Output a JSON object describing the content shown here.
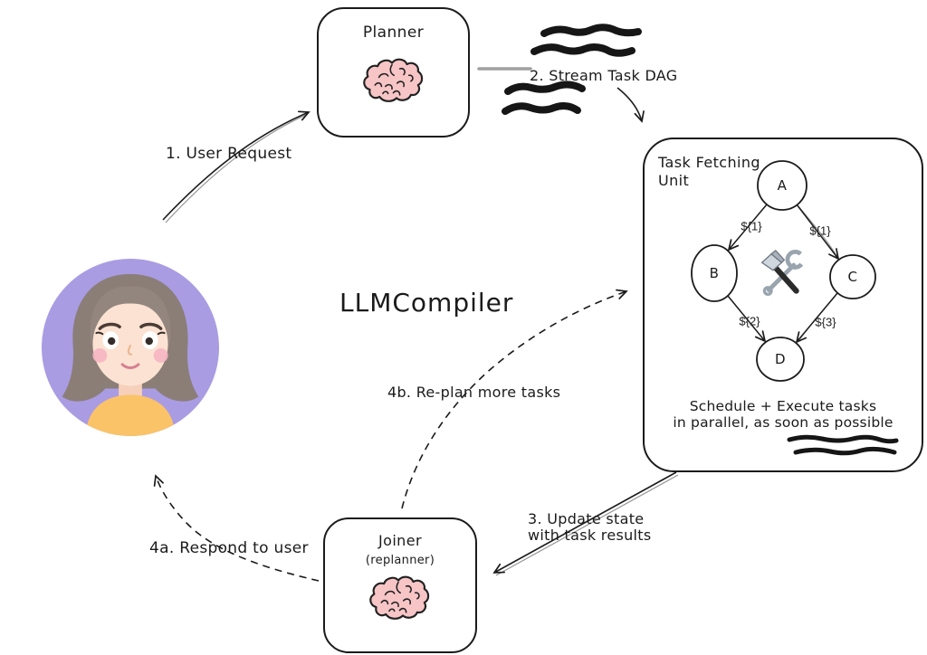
{
  "title": "LLMCompiler",
  "planner": {
    "title": "Planner",
    "icon": "brain-icon"
  },
  "joiner": {
    "title": "Joiner",
    "subtitle": "(replanner)",
    "icon": "brain-icon"
  },
  "task_fetching_unit": {
    "title_line1": "Task Fetching",
    "title_line2": "Unit",
    "icon": "hammer-wrench-icon",
    "nodes": [
      {
        "id": "A"
      },
      {
        "id": "B"
      },
      {
        "id": "C"
      },
      {
        "id": "D"
      }
    ],
    "edges": [
      {
        "from": "A",
        "to": "B",
        "label": "${1}"
      },
      {
        "from": "A",
        "to": "C",
        "label": "${1}"
      },
      {
        "from": "B",
        "to": "D",
        "label": "${2}"
      },
      {
        "from": "C",
        "to": "D",
        "label": "${3}"
      }
    ],
    "caption_line1": "Schedule + Execute tasks",
    "caption_line2": "in parallel, as soon as possible"
  },
  "flow_labels": {
    "step1": "1. User Request",
    "step2": "2. Stream Task DAG",
    "step3_line1": "3. Update state",
    "step3_line2": "with task results",
    "step4a": "4a. Respond to user",
    "step4b": "4b. Re-plan more tasks"
  },
  "user": {
    "icon": "user-avatar"
  },
  "colors": {
    "ink": "#1b1b1b",
    "brain_fill": "#f7c5c6",
    "avatar_background": "#a99ce3",
    "avatar_hair": "#8b7e77",
    "avatar_skin": "#fce2d2",
    "avatar_shirt": "#fac368",
    "cheek_pink": "#f6b6c2"
  }
}
